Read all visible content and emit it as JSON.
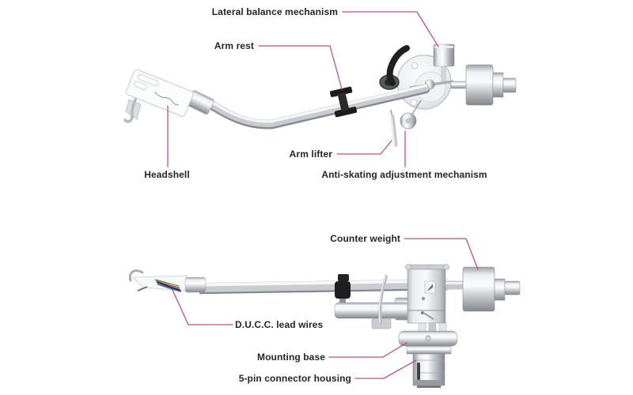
{
  "labels": {
    "top_view": {
      "lateral_balance": "Lateral balance mechanism",
      "arm_rest": "Arm rest",
      "arm_lifter": "Arm lifter",
      "anti_skating": "Anti-skating adjustment mechanism",
      "headshell": "Headshell"
    },
    "side_view": {
      "counter_weight": "Counter weight",
      "ducc_lead_wires": "D.U.C.C. lead wires",
      "mounting_base": "Mounting base",
      "five_pin_connector": "5-pin connector housing"
    }
  },
  "colors": {
    "leader_line": "#c44d86",
    "label_text": "#252525",
    "background": "#ffffff"
  }
}
